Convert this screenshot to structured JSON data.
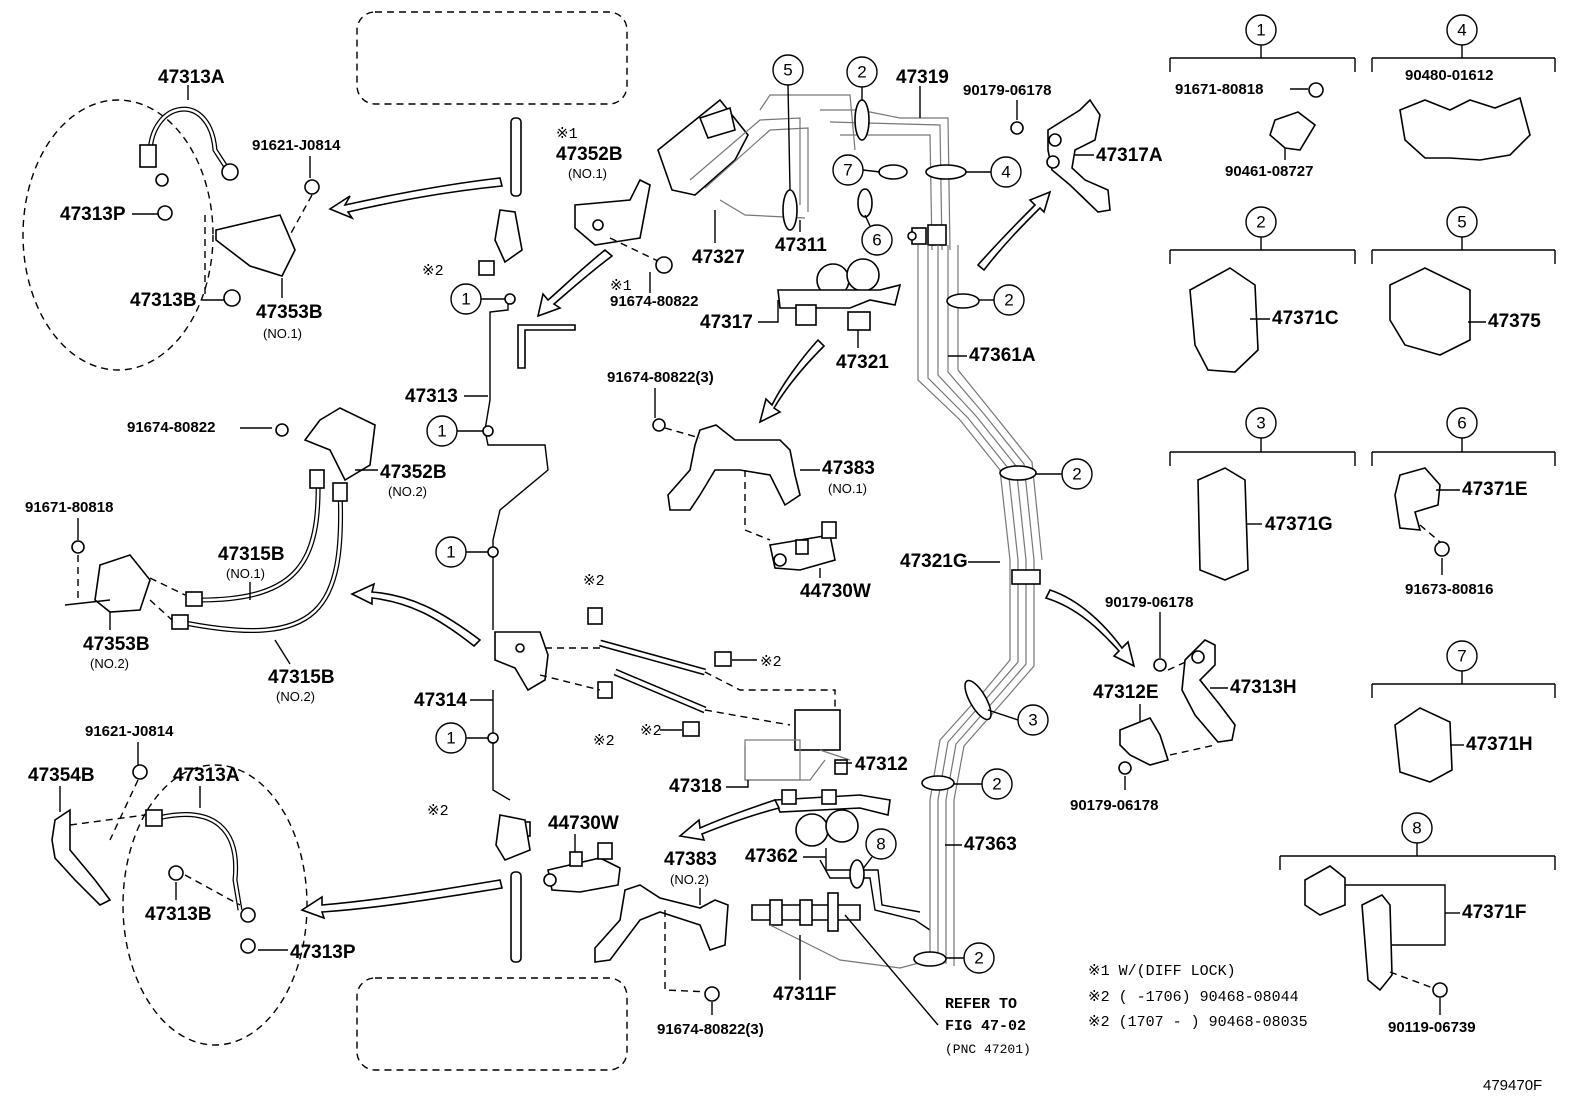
{
  "labels": {
    "p47313A_top": "47313A",
    "p91621_top": "91621-J0814",
    "p47313P_top": "47313P",
    "p47313B_top": "47313B",
    "p47353B_top": "47353B",
    "p47353B_top_sub": "(NO.1)",
    "p47352B_1_note": "※1",
    "p47352B_1": "47352B",
    "p47352B_1_sub": "(NO.1)",
    "star2_a": "※2",
    "p91674_1_note": "※1",
    "p91674_1": "91674-80822",
    "p47313": "47313",
    "p91674_left": "91674-80822",
    "p47352B_2": "47352B",
    "p47352B_2_sub": "(NO.2)",
    "p91671_left": "91671-80818",
    "p47315B_1": "47315B",
    "p47315B_1_sub": "(NO.1)",
    "p47353B_2": "47353B",
    "p47353B_2_sub": "(NO.2)",
    "p47315B_2": "47315B",
    "p47315B_2_sub": "(NO.2)",
    "p47314": "47314",
    "p91621_bot": "91621-J0814",
    "p47354B": "47354B",
    "p47313A_bot": "47313A",
    "p47313B_bot": "47313B",
    "p47313P_bot": "47313P",
    "star2_b": "※2",
    "p47327": "47327",
    "p47311": "47311",
    "p47319": "47319",
    "p47317": "47317",
    "p47321": "47321",
    "p91674_3a": "91674-80822(3)",
    "p47383_1": "47383",
    "p47383_1_sub": "(NO.1)",
    "p44730W_1": "44730W",
    "star2_c": "※2",
    "star2_d": "※2",
    "star2_e": "※2",
    "star2_f": "※2",
    "p47312": "47312",
    "p47318": "47318",
    "p44730W_2": "44730W",
    "p47383_2": "47383",
    "p47383_2_sub": "(NO.2)",
    "p47362": "47362",
    "p47311F": "47311F",
    "p91674_3b": "91674-80822(3)",
    "p90179_top": "90179-06178",
    "p47317A": "47317A",
    "p47361A": "47361A",
    "p47321G": "47321G",
    "p47363": "47363",
    "refer1": "REFER TO",
    "refer2": "FIG 47-02",
    "refer3": "(PNC 47201)",
    "p90179_mid": "90179-06178",
    "p47312E": "47312E",
    "p47313H": "47313H",
    "p90179_bot": "90179-06178",
    "p91671_r": "91671-80818",
    "p90461": "90461-08727",
    "p90480": "90480-01612",
    "p47371C": "47371C",
    "p47375": "47375",
    "p47371G": "47371G",
    "p47371E": "47371E",
    "p91673": "91673-80816",
    "p47371H": "47371H",
    "p47371F": "47371F",
    "p90119": "90119-06739",
    "note1": "※1  W/(DIFF LOCK)",
    "note2": "※2 (      -1706) 90468-08044",
    "note3": "※2 (1707 -     ) 90468-08035",
    "figid": "479470F"
  },
  "circles": {
    "c1": "1",
    "c2": "2",
    "c3": "3",
    "c4": "4",
    "c5": "5",
    "c6": "6",
    "c7": "7",
    "c8": "8"
  }
}
